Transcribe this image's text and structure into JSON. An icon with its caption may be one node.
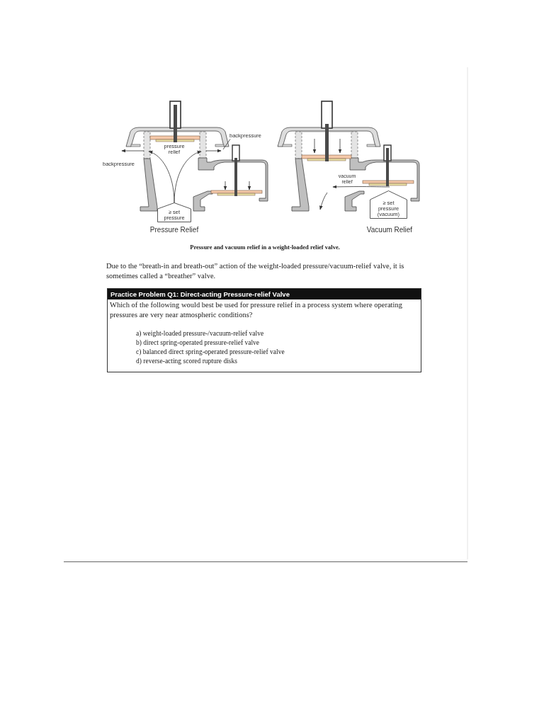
{
  "diagram": {
    "caption": "Pressure and vacuum relief in a weight-loaded relief valve.",
    "nodes": [
      {
        "text": [
          "backpressure"
        ]
      },
      {
        "text": [
          "≥ set pressure"
        ]
      },
      {
        "text": [
          "≥ set pressure (vacuum)"
        ]
      },
      {
        "text": [
          "Practice Problem Q1: Direct-acting Pressure-relief Valve",
          "Which of the following would best be used for pressure relief in a process system where operating pressures are very near atmospheric conditions?",
          "a) weight-loaded pressure-/vacuum-relief valve",
          "b) direct spring-operated pressure-relief valve",
          "c) balanced direct spring-operated pressure-relief valve",
          "d) reverse-acting scored rupture disks"
        ]
      }
    ],
    "edges": [
      {
        "from": 1,
        "to": null,
        "arrow": "to"
      },
      {
        "from": 1,
        "to": null,
        "arrow": "to"
      },
      {
        "from": 0,
        "to": null,
        "arrow": "none"
      }
    ],
    "labels": [
      "pressure relief",
      "backpressure",
      "vacuum relief",
      "Pressure Relief",
      "Vacuum Relief",
      "Due to the “breath-in and breath-out” action of the weight-loaded pressure/vacuum-relief valve, it is sometimes called a “breather” valve."
    ]
  }
}
